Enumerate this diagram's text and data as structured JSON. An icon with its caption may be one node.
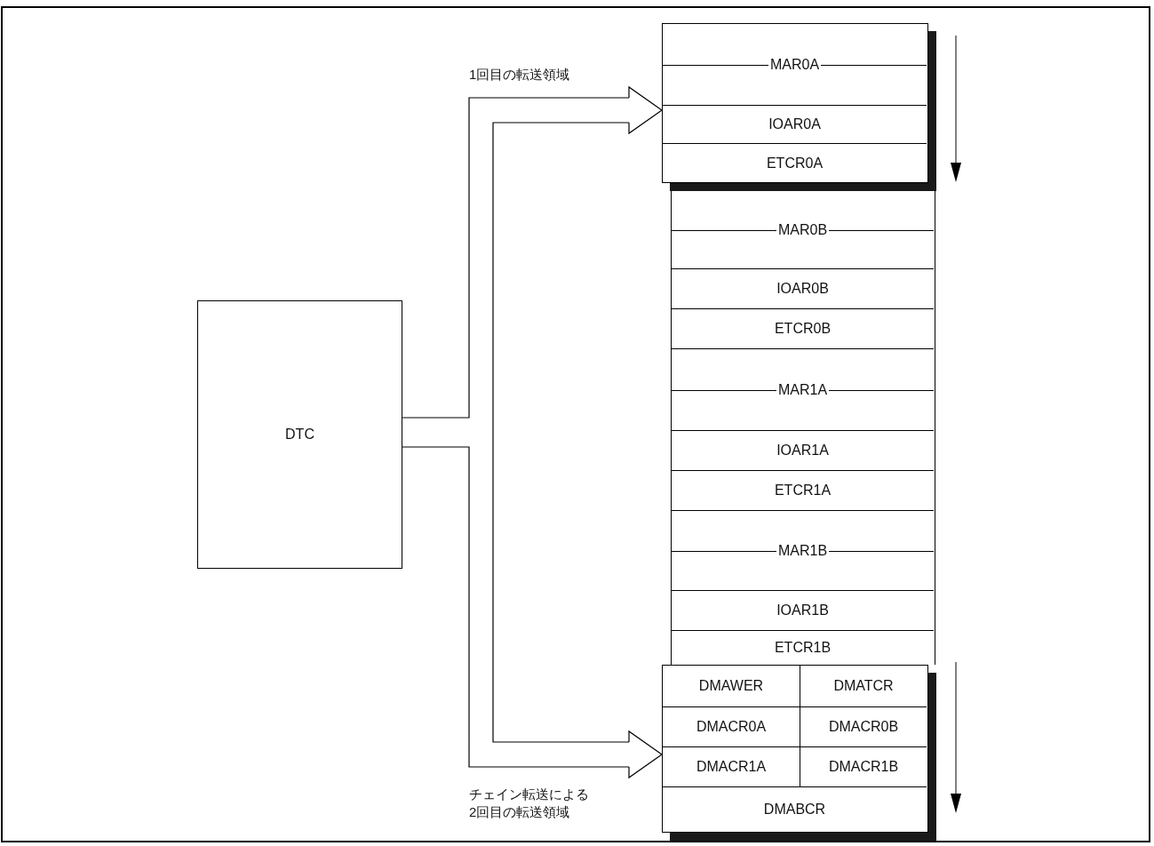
{
  "diagram": {
    "nodes": [
      {
        "text": [
          "DTC"
        ]
      },
      {
        "text": [],
        "shape": "box"
      },
      {
        "text": [
          "MAR0A"
        ],
        "in": 1
      },
      {
        "text": [
          "IOAR0A"
        ],
        "in": 1
      },
      {
        "text": [
          "ETCR0A"
        ],
        "in": 1
      },
      {
        "text": [],
        "shape": "box"
      },
      {
        "text": [
          "MAR0B"
        ],
        "in": 5
      },
      {
        "text": [
          "IOAR0B"
        ],
        "in": 5
      },
      {
        "text": [
          "ETCR0B"
        ],
        "in": 5
      },
      {
        "text": [
          "MAR1A"
        ],
        "in": 5
      },
      {
        "text": [
          "IOAR1A"
        ],
        "in": 5
      },
      {
        "text": [
          "ETCR1A"
        ],
        "in": 5
      },
      {
        "text": [
          "MAR1B"
        ],
        "in": 5
      },
      {
        "text": [
          "IOAR1B"
        ],
        "in": 5
      },
      {
        "text": [
          "ETCR1B"
        ],
        "in": 5
      },
      {
        "text": [],
        "shape": "box"
      },
      {
        "text": [
          "DMAWER"
        ],
        "in": 15
      },
      {
        "text": [
          "DMATCR"
        ],
        "in": 15
      },
      {
        "text": [
          "DMACR0A"
        ],
        "in": 15
      },
      {
        "text": [
          "DMACR0B"
        ],
        "in": 15
      },
      {
        "text": [
          "DMACR1A"
        ],
        "in": 15
      },
      {
        "text": [
          "DMACR1B"
        ],
        "in": 15
      },
      {
        "text": [
          "DMABCR"
        ],
        "in": 15
      }
    ],
    "edges": [
      {
        "from": 0,
        "to": 1,
        "arrow": "to",
        "label": "1回目の転送領域"
      },
      {
        "from": 0,
        "to": 15,
        "arrow": "to",
        "label": "チェイン転送による2回目の転送領域"
      }
    ]
  }
}
